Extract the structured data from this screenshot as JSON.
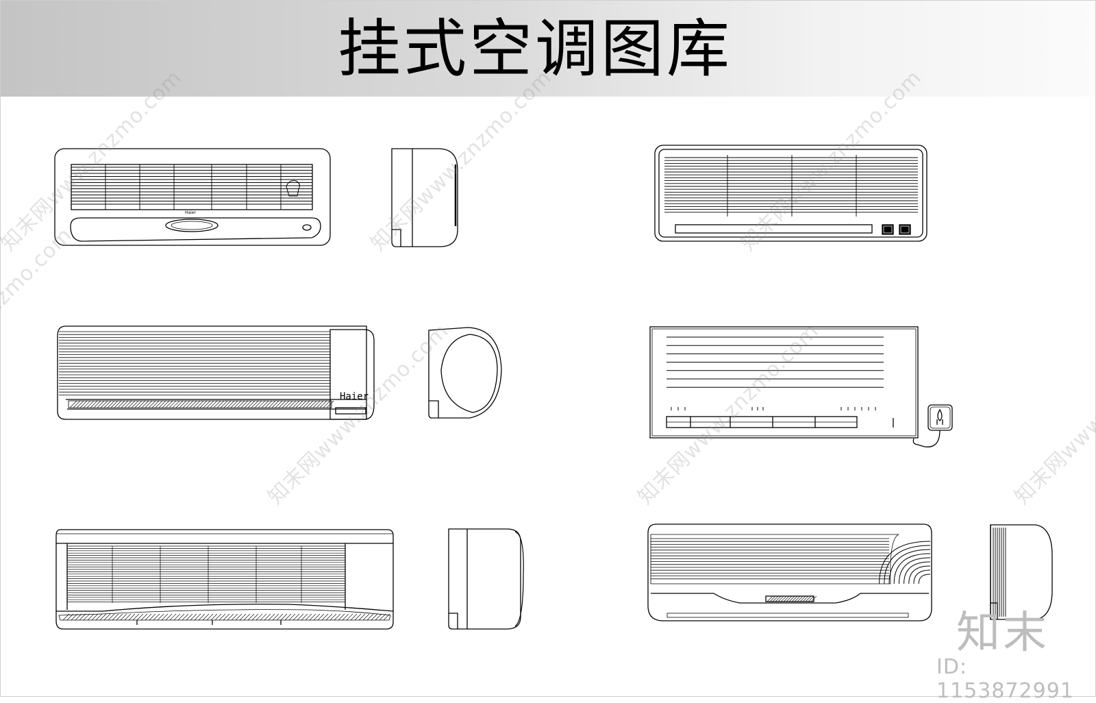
{
  "title": "挂式空调图库",
  "brand_label": "Haier",
  "watermark": {
    "text": "知末网www.znzmo.com",
    "logo": "知末",
    "id_label": "ID: 1153872991"
  },
  "colors": {
    "line": "#000000",
    "banner_dark": "#c4c4c4",
    "banner_light": "#fbfbfb",
    "watermark": "#bdbdbd"
  }
}
